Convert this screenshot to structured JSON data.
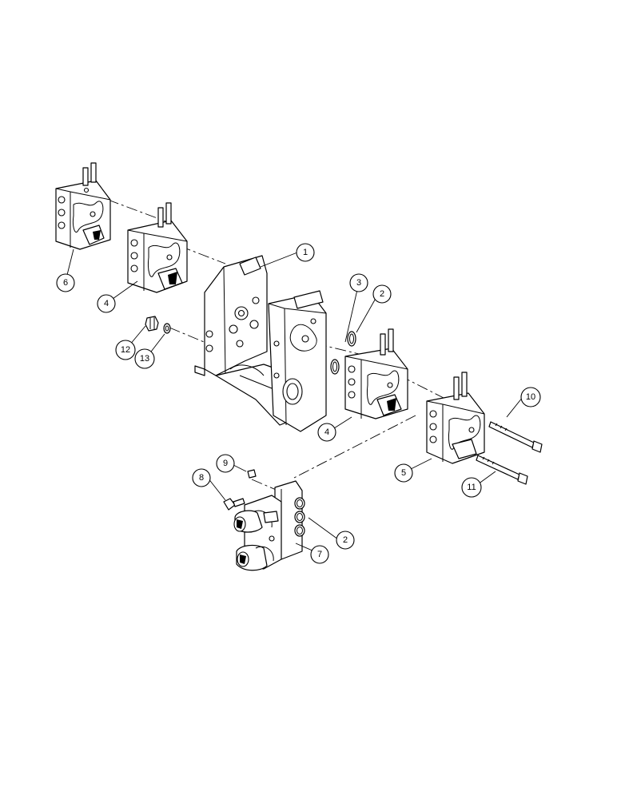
{
  "callouts": [
    {
      "id": "c1",
      "label": "1"
    },
    {
      "id": "c2a",
      "label": "2"
    },
    {
      "id": "c2b",
      "label": "2"
    },
    {
      "id": "c3",
      "label": "3"
    },
    {
      "id": "c4a",
      "label": "4"
    },
    {
      "id": "c4b",
      "label": "4"
    },
    {
      "id": "c5",
      "label": "5"
    },
    {
      "id": "c6",
      "label": "6"
    },
    {
      "id": "c7",
      "label": "7"
    },
    {
      "id": "c8",
      "label": "8"
    },
    {
      "id": "c9",
      "label": "9"
    },
    {
      "id": "c10",
      "label": "10"
    },
    {
      "id": "c11",
      "label": "11"
    },
    {
      "id": "c12",
      "label": "12"
    },
    {
      "id": "c13",
      "label": "13"
    }
  ]
}
